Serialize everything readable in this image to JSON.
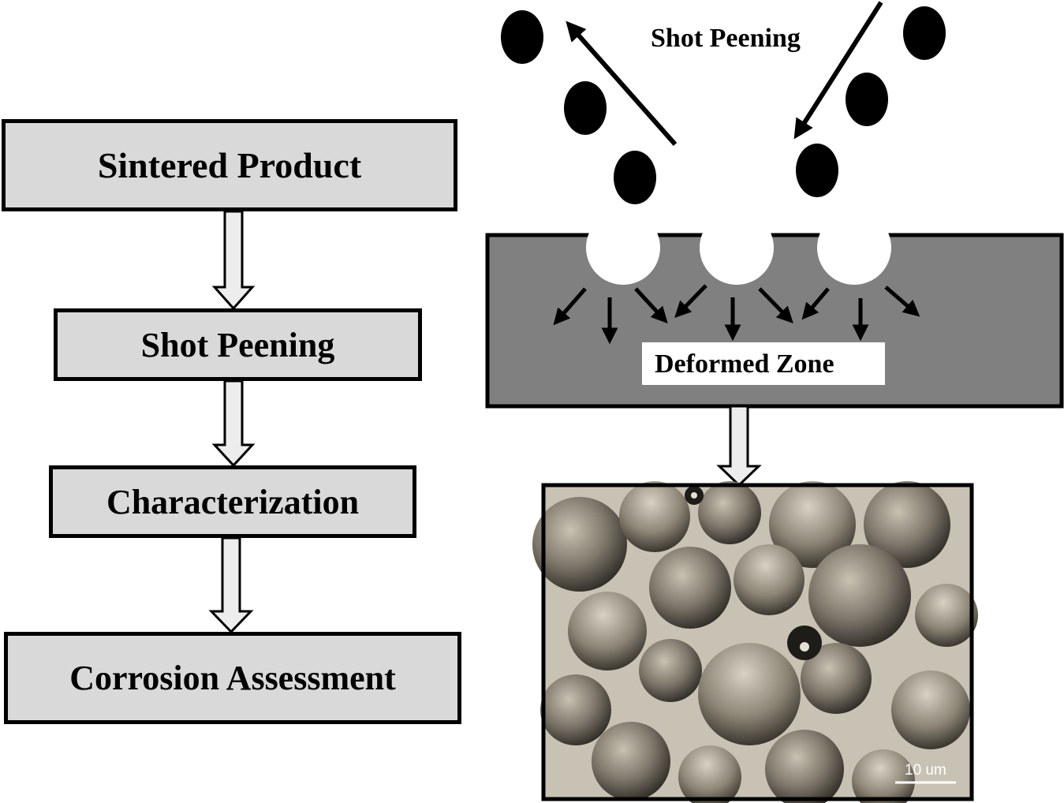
{
  "flow": {
    "steps": [
      {
        "label": "Sintered Product"
      },
      {
        "label": "Shot Peening"
      },
      {
        "label": "Characterization"
      },
      {
        "label": "Corrosion Assessment"
      }
    ]
  },
  "illustration": {
    "shot_label": "Shot Peening",
    "zone_label": "Deformed Zone",
    "micrograph": {
      "scale_bar_label": "10 um"
    }
  },
  "colors": {
    "box_fill": "#d9d9d9",
    "substrate_fill": "#808080",
    "shot_fill": "#000000",
    "arrow_fill": "#ededed"
  }
}
